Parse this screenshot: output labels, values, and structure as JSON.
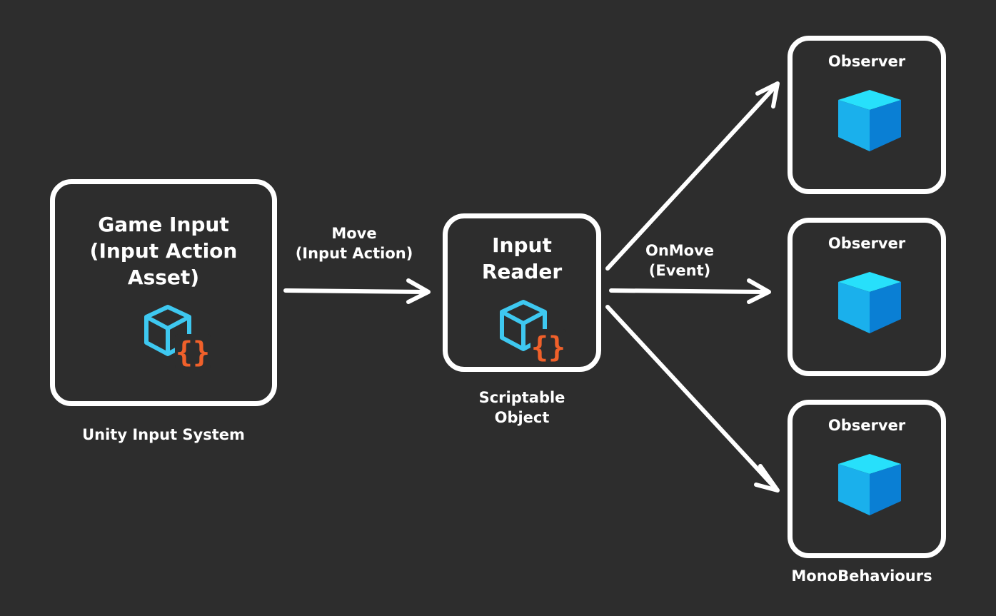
{
  "colors": {
    "background": "#2d2d2d",
    "stroke": "#ffffff",
    "asset_cube": "#3ec8f0",
    "asset_braces": "#f0602a",
    "observer_cube_top": "#27e0fb",
    "observer_cube_left": "#1ab0ec",
    "observer_cube_right": "#0a7fd4"
  },
  "nodes": {
    "game_input": {
      "title_lines": [
        "Game Input",
        "(Input Action",
        "Asset)"
      ],
      "caption": "Unity Input System",
      "icon": "input-action-asset-icon"
    },
    "input_reader": {
      "title_lines": [
        "Input",
        "Reader"
      ],
      "caption_lines": [
        "Scriptable",
        "Object"
      ],
      "icon": "input-action-asset-icon"
    },
    "observers": [
      {
        "title": "Observer",
        "icon": "cube-icon"
      },
      {
        "title": "Observer",
        "icon": "cube-icon"
      },
      {
        "title": "Observer",
        "icon": "cube-icon"
      }
    ],
    "observers_caption": "MonoBehaviours"
  },
  "edges": {
    "move": {
      "label_lines": [
        "Move",
        "(Input Action)"
      ]
    },
    "on_move": {
      "label_lines": [
        "OnMove",
        "(Event)"
      ]
    }
  }
}
